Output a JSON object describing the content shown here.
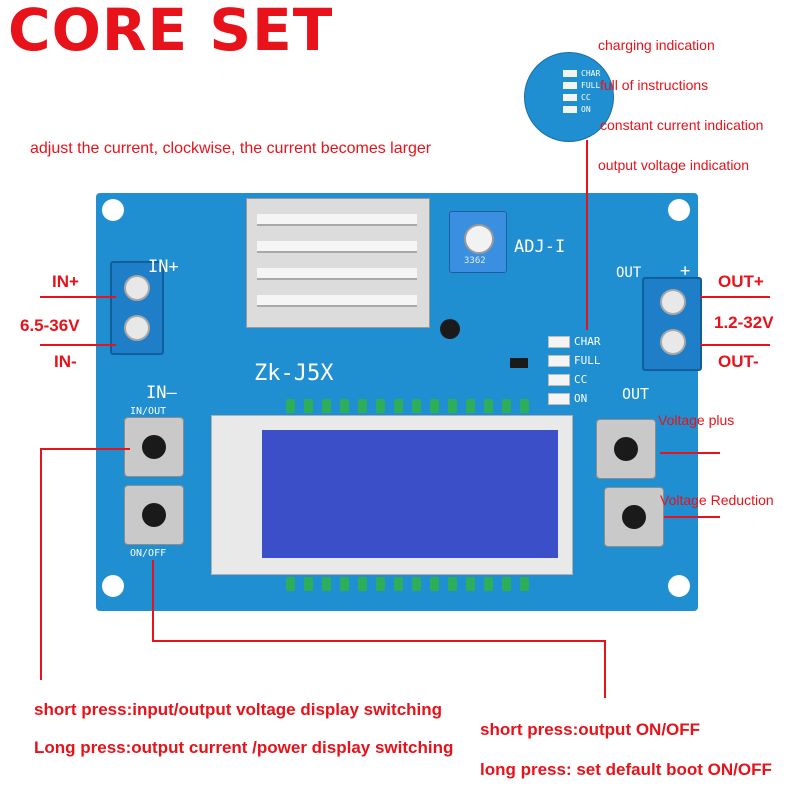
{
  "title": "CORE SET",
  "board_model": "Zk-J5X",
  "silkscreen": {
    "in_plus": "IN+",
    "in_minus": "IN–",
    "out": "OUT",
    "out_plus": "+",
    "adj": "ADJ-I",
    "pot_code": "3362",
    "in_out": "IN/OUT",
    "on_off": "ON/OFF",
    "led_labels": [
      "CHAR",
      "FULL",
      "CC",
      "ON"
    ]
  },
  "inset_led_labels": [
    "CHAR",
    "FULL",
    "CC",
    "ON"
  ],
  "annotations": {
    "charging": "charging indication",
    "full": "full of instructions",
    "constant_current": "constant current indication",
    "output_voltage": "output voltage indication",
    "adjust": "adjust the current, clockwise, the current becomes larger",
    "in_plus": "IN+",
    "in_range": "6.5-36V",
    "in_minus": "IN-",
    "out_plus": "OUT+",
    "out_range": "1.2-32V",
    "out_minus": "OUT-",
    "voltage_plus": "Voltage plus",
    "voltage_reduction": "Voltage Reduction",
    "short_press_left": "short press:input/output voltage display switching",
    "long_press_left": "Long press:output current /power display switching",
    "short_press_right": "short press:output ON/OFF",
    "long_press_right": "long press: set default boot ON/OFF"
  },
  "colors": {
    "annotation": "#e8121a",
    "pcb": "#1f8fd1",
    "lcd": "#3a4fc8"
  }
}
